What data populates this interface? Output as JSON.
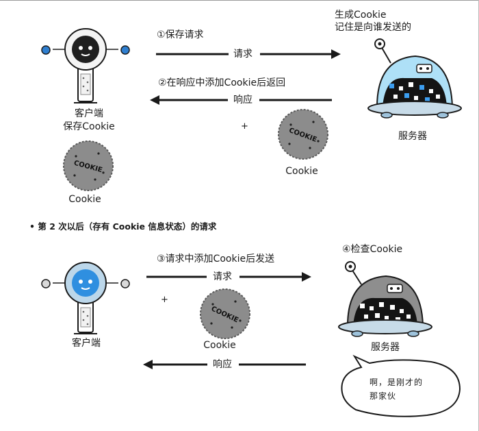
{
  "section1": {
    "step1": "①保存请求",
    "request_label": "请求",
    "step2": "②在响应中添加Cookie后返回",
    "response_label": "响应",
    "server_note_line1": "生成Cookie",
    "server_note_line2": "记住是向谁发送的",
    "client_label_line1": "客户端",
    "client_label_line2": "保存Cookie",
    "client_cookie_label": "Cookie",
    "response_cookie_label": "Cookie",
    "server_label": "服务器",
    "plus": "+"
  },
  "section2": {
    "heading": "• 第 2 次以后（存有 Cookie 信息状态）的请求",
    "step3": "③请求中添加Cookie后发送",
    "request_label": "请求",
    "step4": "④检查Cookie",
    "client_label": "客户端",
    "cookie_label": "Cookie",
    "server_label": "服务器",
    "response_label": "响应",
    "plus": "+",
    "speech_line1": "啊，是刚才的",
    "speech_line2": "那家伙"
  },
  "cookie_text": "COOKIE",
  "colors": {
    "line": "#1a1a1a",
    "robot_face_dark": "#1f1f1f",
    "robot_face_blue": "#2f8fe0",
    "robot_ring_blue": "#bcd7ea",
    "robot_hand": "#2f7fd0",
    "cookie": "#8c8c8c",
    "cookie_edge": "#5a5a5a",
    "server_dome_blue": "#aee0f7",
    "server_dome_gray": "#8e8e8e",
    "server_base": "#c7dbe8",
    "screen_dark": "#141414",
    "screen_blue": "#3c9ef0"
  }
}
